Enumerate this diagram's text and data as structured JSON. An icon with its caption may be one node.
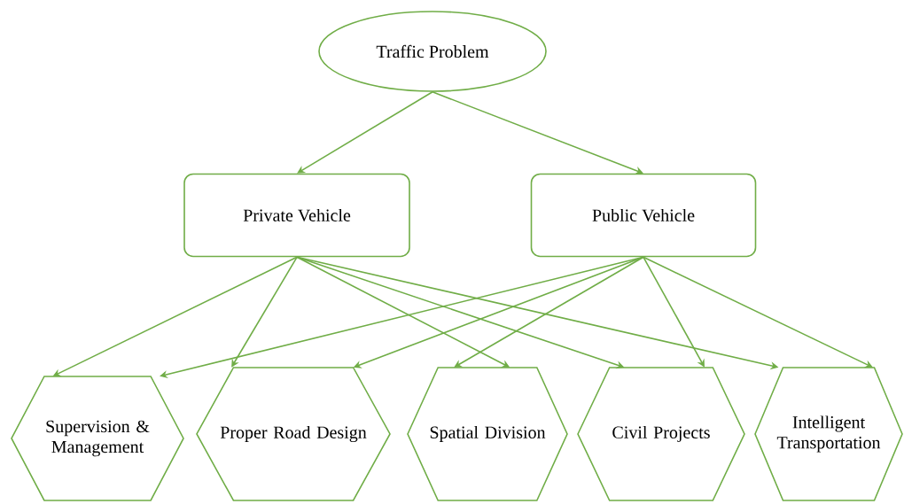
{
  "diagram": {
    "nodes": [
      {
        "text": [
          "Traffic Problem"
        ]
      },
      {
        "text": [
          "Private Vehicle"
        ]
      },
      {
        "text": [
          "Public Vehicle"
        ]
      },
      {
        "text": [
          "Supervision & Management"
        ]
      },
      {
        "text": [
          "Proper Road Design"
        ]
      },
      {
        "text": [
          "Spatial Division"
        ]
      },
      {
        "text": [
          "Civil Projects"
        ]
      },
      {
        "text": [
          "Intelligent Transportation"
        ]
      }
    ],
    "edges": [
      {
        "from": 0,
        "to": 1,
        "arrow": "to"
      },
      {
        "from": 0,
        "to": 2,
        "arrow": "to"
      },
      {
        "from": 1,
        "to": 3,
        "arrow": "to"
      },
      {
        "from": 1,
        "to": 4,
        "arrow": "to"
      },
      {
        "from": 1,
        "to": 5,
        "arrow": "to"
      },
      {
        "from": 1,
        "to": 6,
        "arrow": "to"
      },
      {
        "from": 1,
        "to": 7,
        "arrow": "to"
      },
      {
        "from": 2,
        "to": 3,
        "arrow": "to"
      },
      {
        "from": 2,
        "to": 4,
        "arrow": "to"
      },
      {
        "from": 2,
        "to": 5,
        "arrow": "to"
      },
      {
        "from": 2,
        "to": 6,
        "arrow": "to"
      },
      {
        "from": 2,
        "to": 7,
        "arrow": "to"
      }
    ]
  }
}
